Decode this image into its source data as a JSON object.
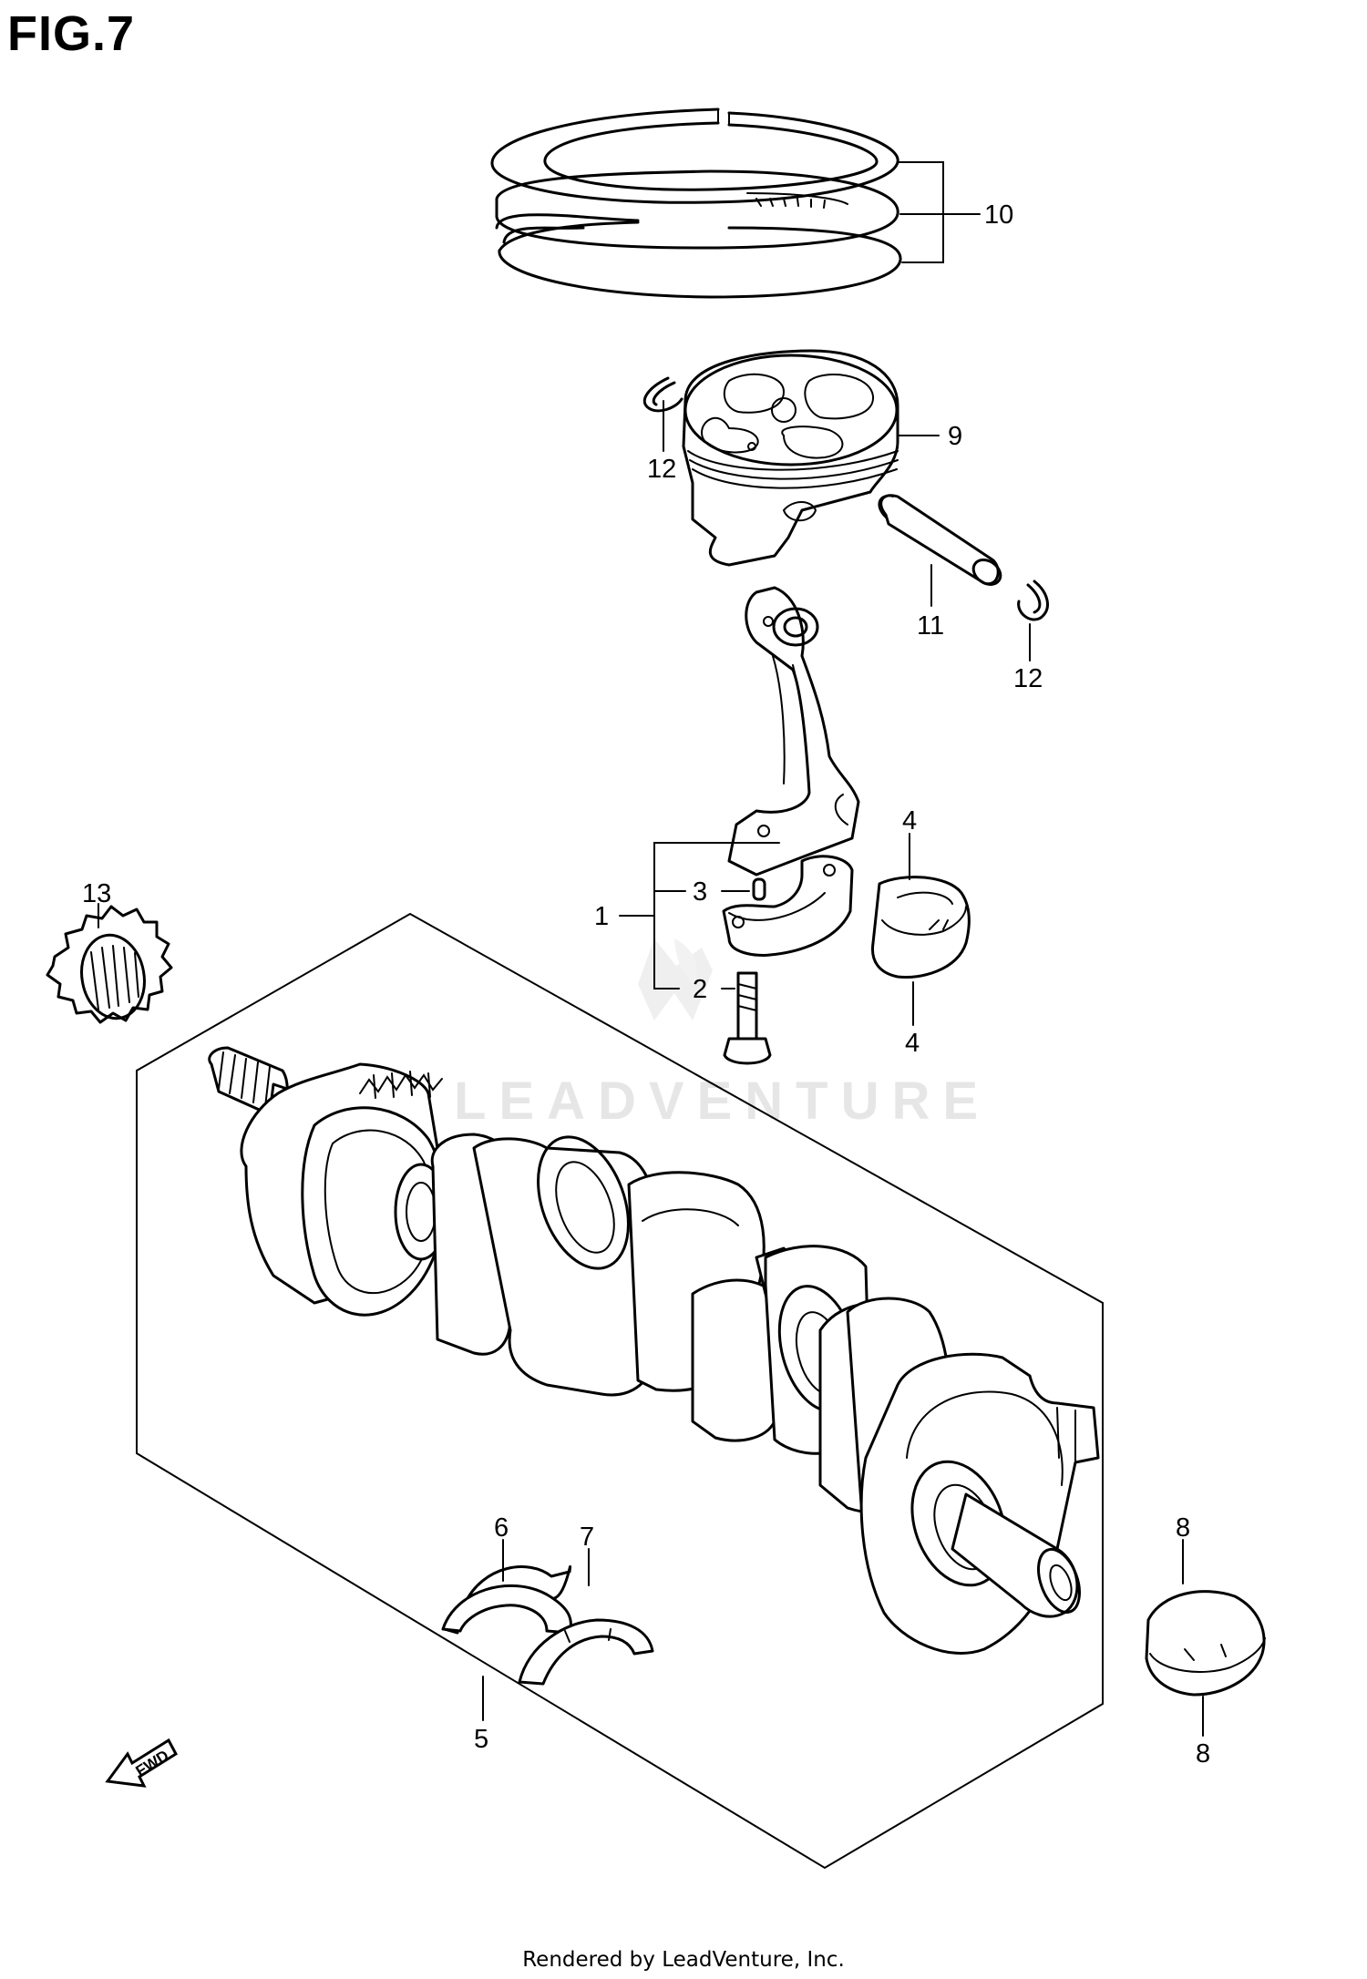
{
  "figure": {
    "title": "FIG.7"
  },
  "footer": {
    "text": "Rendered by LeadVenture, Inc."
  },
  "watermark": {
    "text": "LEADVENTURE"
  },
  "direction_marker": {
    "label": "FWD",
    "icon": "fwd-arrow-icon"
  },
  "callouts": {
    "c1": "1",
    "c2": "2",
    "c3": "3",
    "c4a": "4",
    "c4b": "4",
    "c5": "5",
    "c6": "6",
    "c7": "7",
    "c8a": "8",
    "c8b": "8",
    "c9": "9",
    "c10": "10",
    "c11": "11",
    "c12a": "12",
    "c12b": "12",
    "c13": "13"
  },
  "parts": [
    {
      "ref": "1",
      "icon": "connecting-rod-icon"
    },
    {
      "ref": "2",
      "icon": "rod-bolt-icon"
    },
    {
      "ref": "3",
      "icon": "dowel-pin-icon"
    },
    {
      "ref": "4",
      "icon": "crankpin-bearing-icon"
    },
    {
      "ref": "5",
      "icon": "crankshaft-icon"
    },
    {
      "ref": "6",
      "icon": "thrust-bearing-icon"
    },
    {
      "ref": "7",
      "icon": "thrust-bearing-icon"
    },
    {
      "ref": "8",
      "icon": "journal-bearing-icon"
    },
    {
      "ref": "9",
      "icon": "piston-icon"
    },
    {
      "ref": "10",
      "icon": "piston-ring-set-icon"
    },
    {
      "ref": "11",
      "icon": "piston-pin-icon"
    },
    {
      "ref": "12",
      "icon": "circlip-icon"
    },
    {
      "ref": "13",
      "icon": "sprocket-gear-icon"
    }
  ]
}
